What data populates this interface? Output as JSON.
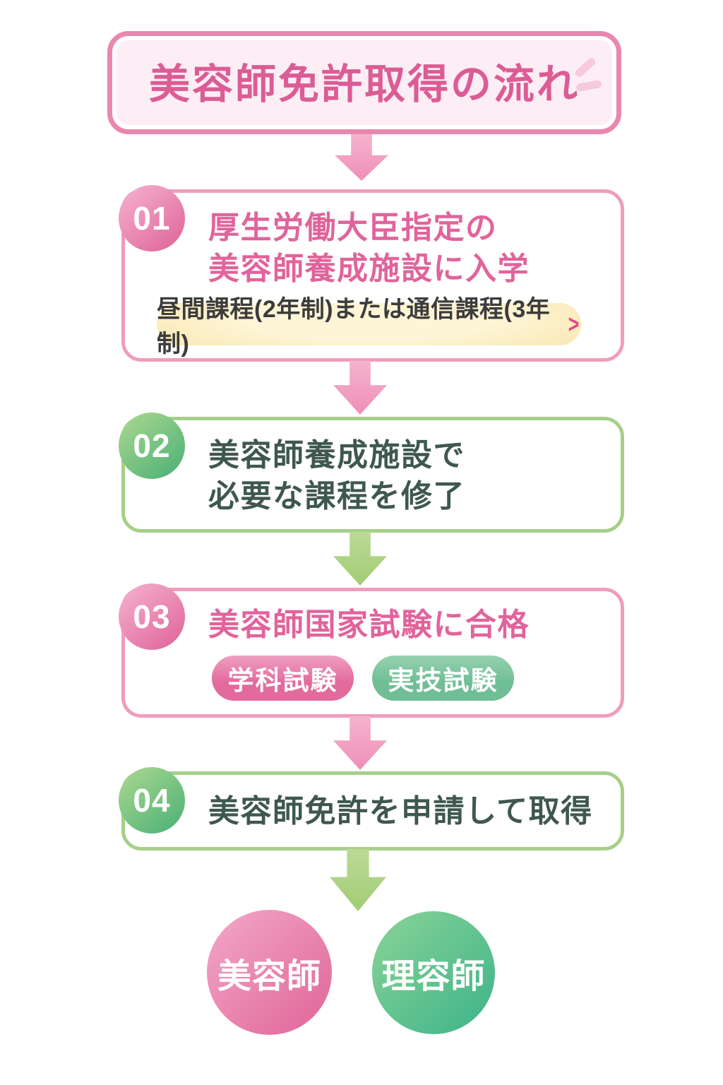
{
  "title": {
    "text": "美容師免許取得の流れ"
  },
  "steps": [
    {
      "number": "01",
      "line1": "厚生労働大臣指定の",
      "line2": "美容師養成施設に入学",
      "note": {
        "label": "昼間課程(2年制)または通信課程(3年制)",
        "chevron": ">"
      }
    },
    {
      "number": "02",
      "line1": "美容師養成施設で",
      "line2": "必要な課程を修了"
    },
    {
      "number": "03",
      "line1": "美容師国家試験に合格",
      "tags": [
        {
          "label": "学科試験"
        },
        {
          "label": "実技試験"
        }
      ]
    },
    {
      "number": "04",
      "line1": "美容師免許を申請して取得"
    }
  ],
  "results": [
    {
      "label": "美容師"
    },
    {
      "label": "理容師"
    }
  ],
  "colors": {
    "pink_accent": "#e2699c",
    "green_accent": "#6fbe95",
    "pink_border": "#f09cbd",
    "green_border": "#a7cf88",
    "title_pink": "#dc5c95",
    "note_yellow": "#f9e3a6",
    "dark_text": "#3f584e"
  }
}
